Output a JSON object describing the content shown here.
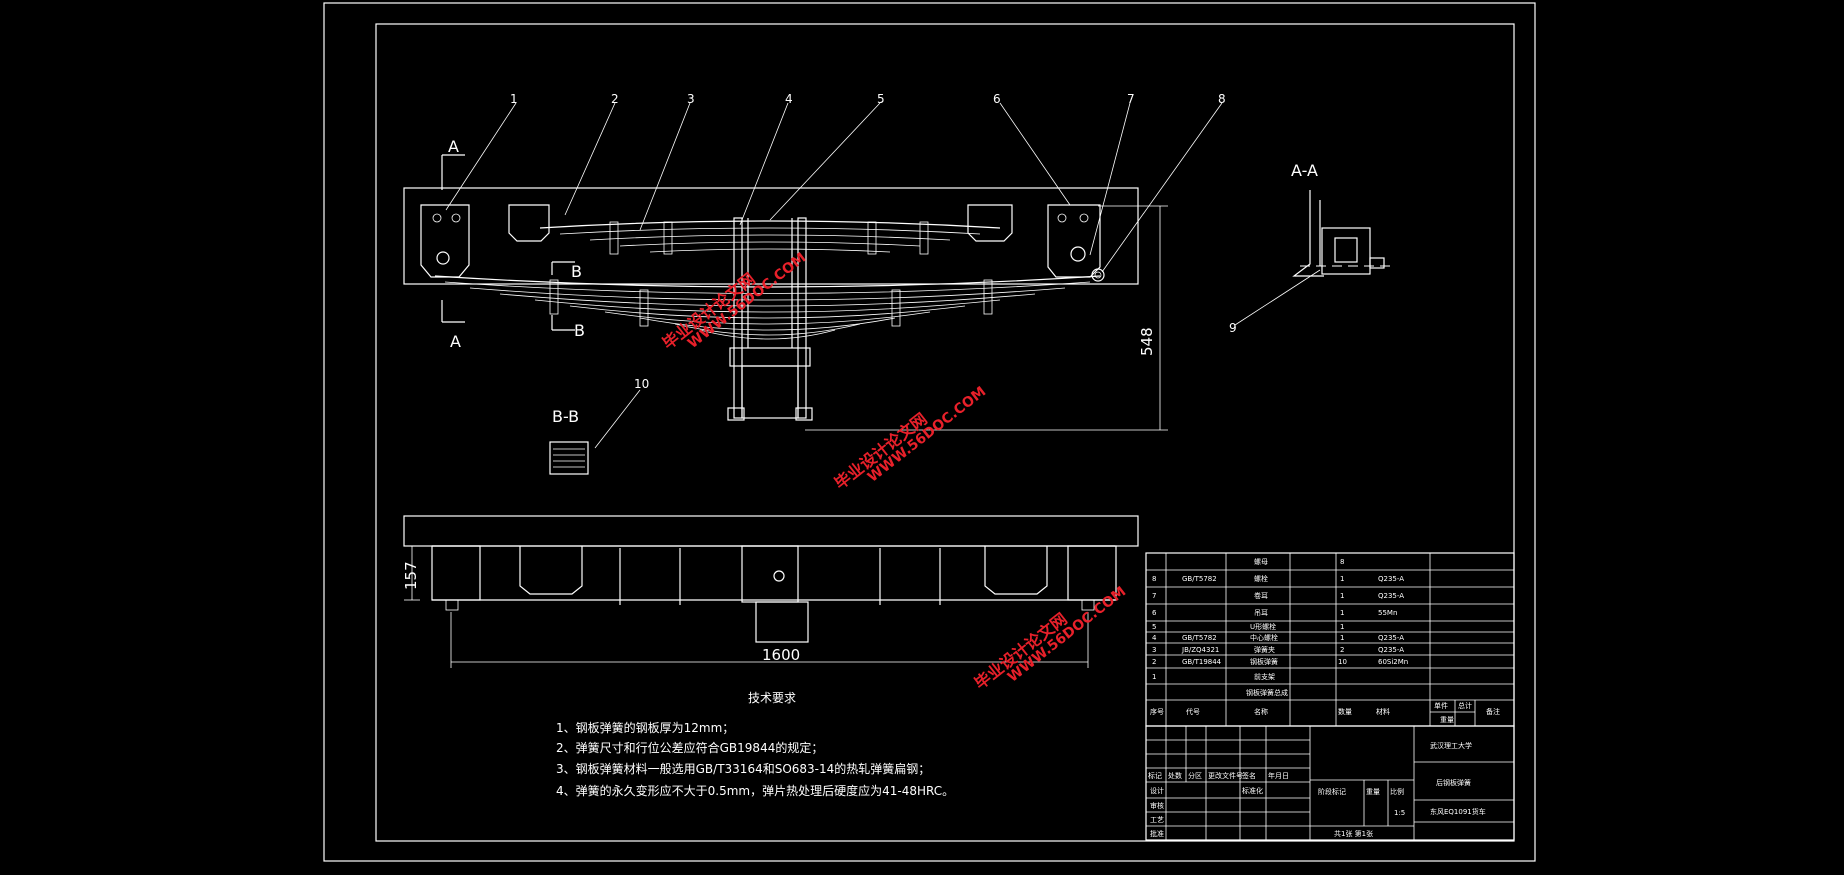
{
  "balloons": [
    "1",
    "2",
    "3",
    "4",
    "5",
    "6",
    "7",
    "8",
    "9",
    "10"
  ],
  "section_labels": {
    "a_top": "A",
    "a_bottom": "A",
    "b_top": "B",
    "b_bottom": "B",
    "view_bb": "B-B",
    "view_aa": "A-A"
  },
  "dimensions": {
    "height": "548",
    "height_side": "157",
    "length": "1600"
  },
  "watermarks": [
    {
      "line1": "毕业设计论文网",
      "line2": "WWW.56DOC.COM"
    },
    {
      "line1": "毕业设计论文网",
      "line2": "WWW.56DOC.COM"
    },
    {
      "line1": "毕业设计论文网",
      "line2": "WWW.56DOC.COM"
    }
  ],
  "tech_requirements": {
    "title": "技术要求",
    "items": [
      "1、钢板弹簧的钢板厚为12mm；",
      "2、弹簧尺寸和行位公差应符合GB19844的规定；",
      "3、钢板弹簧材料一般选用GB/T33164和SO683-14的热轧弹簧扁钢；",
      "4、弹簧的永久变形应不大于0.5mm，弹片热处理后硬度应为41-48HRC。"
    ]
  },
  "parts_list": [
    {
      "no": "",
      "code": "",
      "name": "螺母",
      "qty": "8",
      "material": ""
    },
    {
      "no": "8",
      "code": "GB/T5782",
      "name": "螺栓",
      "qty": "1",
      "material": "Q235-A"
    },
    {
      "no": "7",
      "code": "",
      "name": "卷耳",
      "qty": "1",
      "material": "Q235-A"
    },
    {
      "no": "6",
      "code": "",
      "name": "吊耳",
      "qty": "1",
      "material": "55Mn"
    },
    {
      "no": "5",
      "code": "",
      "name": "U形螺栓",
      "qty": "1",
      "material": ""
    },
    {
      "no": "4",
      "code": "GB/T5782",
      "name": "中心螺栓",
      "qty": "1",
      "material": "Q235-A"
    },
    {
      "no": "3",
      "code": "JB/ZQ4321",
      "name": "弹簧夹",
      "qty": "2",
      "material": "Q235-A"
    },
    {
      "no": "2",
      "code": "GB/T19844",
      "name": "钢板弹簧",
      "qty": "10",
      "material": "60Si2Mn"
    },
    {
      "no": "1",
      "code": "",
      "name": "前支架",
      "qty": "1",
      "material": ""
    },
    {
      "no": "",
      "code": "",
      "name": "钢板弹簧总成",
      "qty": "",
      "material": ""
    }
  ],
  "parts_header": {
    "no": "序号",
    "code": "代号",
    "name": "名称",
    "qty": "数量",
    "material": "材料",
    "single": "单件",
    "total": "总计",
    "weight": "重量",
    "remark": "备注"
  },
  "title_block": {
    "school": "武汉理工大学",
    "drawing_name": "后钢板弹簧",
    "model": "东风EQ1091货车",
    "sheet": "共1张 第1张",
    "scale": "1:5",
    "labels": [
      "标记",
      "处数",
      "分区",
      "更改文件号",
      "签名",
      "年月日",
      "设计",
      "标准化",
      "审核",
      "工艺",
      "批准",
      "阶段标记",
      "重量",
      "比例"
    ]
  }
}
